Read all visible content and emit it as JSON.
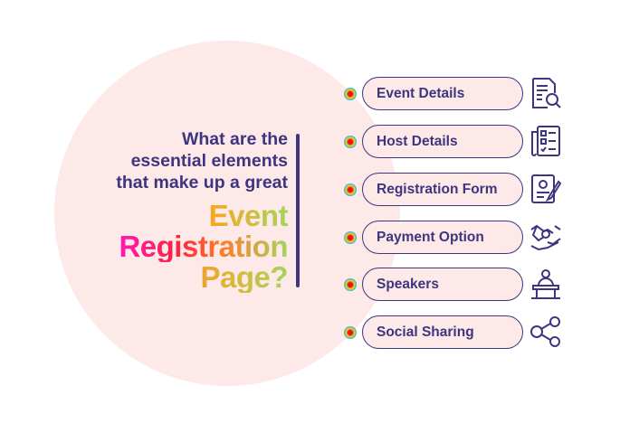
{
  "question": {
    "lines": [
      "What are the",
      "essential elements",
      "that make up a great"
    ],
    "highlight": [
      "Event",
      "Registration",
      "Page?"
    ]
  },
  "items": [
    {
      "label": "Event Details",
      "icon": "document-search-icon"
    },
    {
      "label": "Host Details",
      "icon": "checklist-icon"
    },
    {
      "label": "Registration Form",
      "icon": "form-signature-icon"
    },
    {
      "label": "Payment Option",
      "icon": "handshake-payment-icon"
    },
    {
      "label": "Speakers",
      "icon": "speaker-podium-icon"
    },
    {
      "label": "Social Sharing",
      "icon": "share-network-icon"
    }
  ],
  "colors": {
    "primary": "#3d3580",
    "circle": "#fde9e7"
  }
}
